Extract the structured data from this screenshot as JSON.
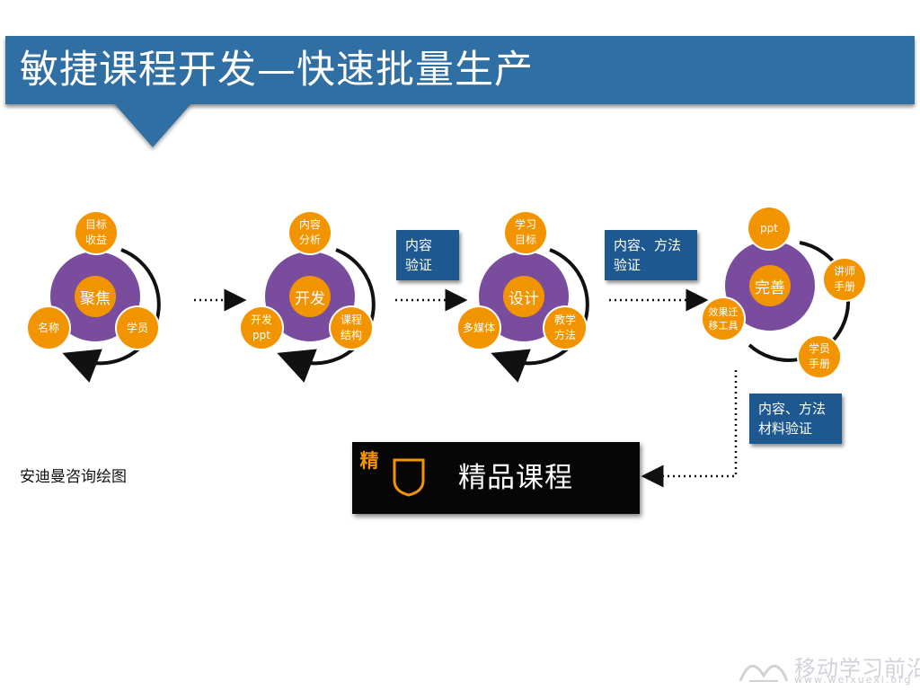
{
  "title": "敏捷课程开发—快速批量生产",
  "stages": [
    {
      "core": "聚焦",
      "satellites": [
        "目标\n收益",
        "名称",
        "学员"
      ]
    },
    {
      "core": "开发",
      "satellites": [
        "内容\n分析",
        "开发\nppt",
        "课程\n结构"
      ]
    },
    {
      "core": "设计",
      "satellites": [
        "学习\n目标",
        "多媒体",
        "教学\n方法"
      ]
    },
    {
      "core": "完善",
      "satellites": [
        "ppt",
        "讲师\n手册",
        "效果迁\n移工具",
        "学员\n手册"
      ]
    }
  ],
  "validation_boxes": [
    "内容\n验证",
    "内容、方法\n验证",
    "内容、方法\n材料验证"
  ],
  "final": {
    "label": "精品课程",
    "badge_char": "精"
  },
  "caption": "安迪曼咨询绘图",
  "watermark": {
    "title": "移动学习前沿",
    "url": "www.weixuexi.org"
  },
  "colors": {
    "banner": "#2f6fa3",
    "purple": "#7a4c9e",
    "orange": "#f29400",
    "box": "#1e5891",
    "final_bg": "#060606"
  }
}
